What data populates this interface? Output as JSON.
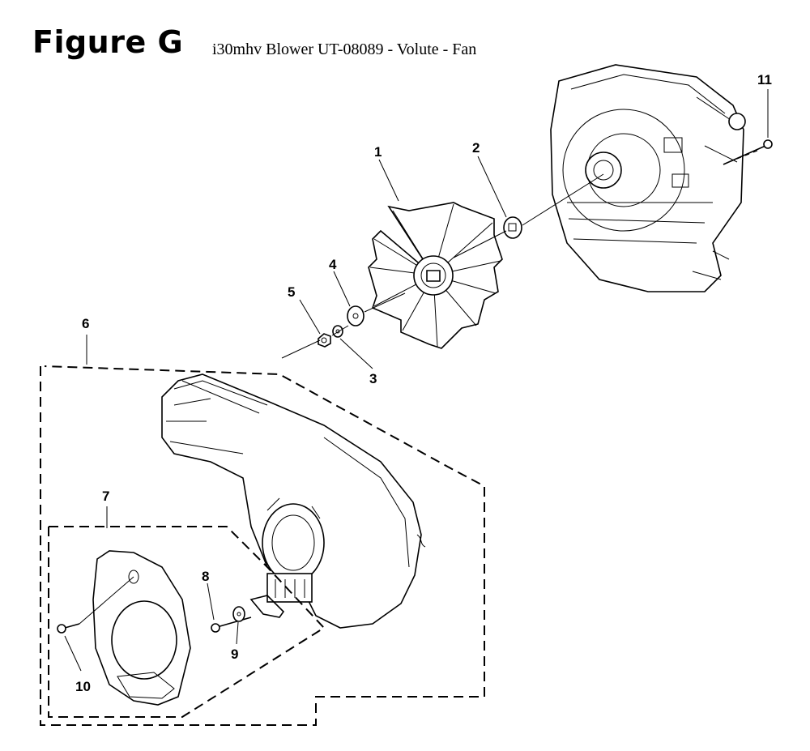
{
  "figure": {
    "title": "Figure G",
    "subtitle": "i30mhv Blower UT-08089 - Volute - Fan"
  },
  "callouts": [
    "1",
    "2",
    "3",
    "4",
    "5",
    "6",
    "7",
    "8",
    "9",
    "10",
    "11"
  ]
}
